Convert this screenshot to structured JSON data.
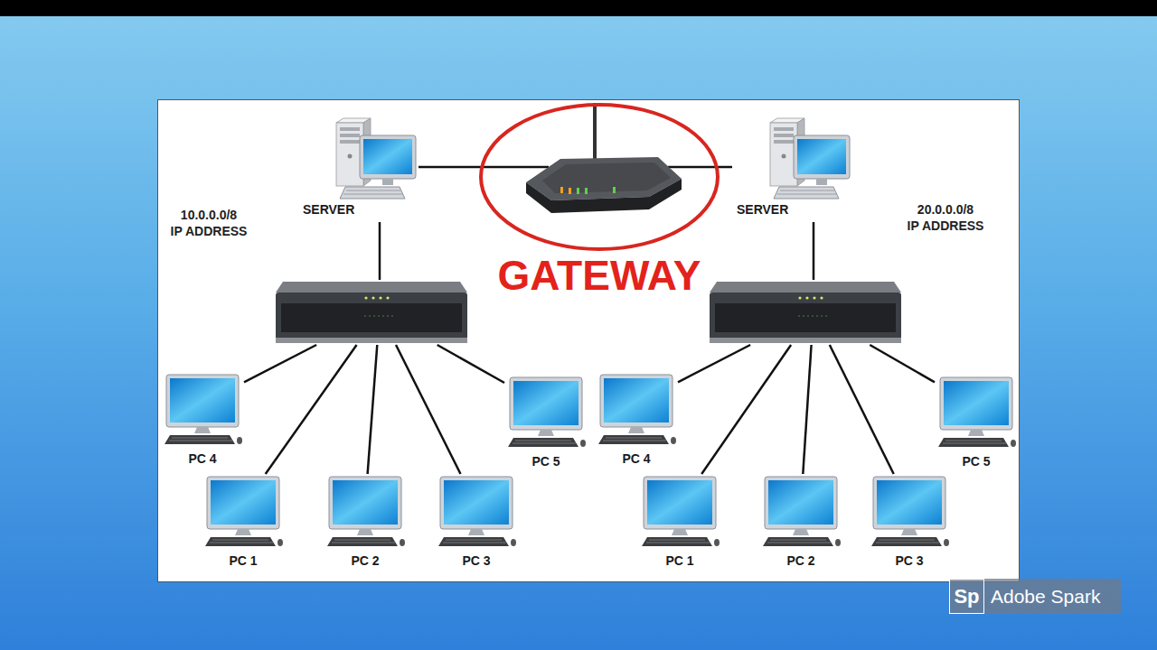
{
  "diagram": {
    "nodes": [
      {
        "text": [
          "SERVER"
        ]
      },
      {
        "text": [
          "GATEWAY"
        ]
      },
      {
        "text": [
          "SERVER"
        ]
      },
      {
        "text": []
      },
      {
        "text": []
      },
      {
        "text": [
          "PC 4"
        ]
      },
      {
        "text": [
          "PC 5"
        ]
      },
      {
        "text": [
          "PC 4"
        ]
      },
      {
        "text": [
          "PC 5"
        ]
      },
      {
        "text": [
          "PC 1"
        ]
      },
      {
        "text": [
          "PC 2"
        ]
      },
      {
        "text": [
          "PC 3"
        ]
      },
      {
        "text": [
          "PC 1"
        ]
      },
      {
        "text": [
          "PC 2"
        ]
      },
      {
        "text": [
          "PC 3"
        ]
      }
    ],
    "edges": [
      {
        "from": 0,
        "to": 1,
        "arrow": "none"
      },
      {
        "from": 1,
        "to": 2,
        "arrow": "none"
      },
      {
        "from": 0,
        "to": 3,
        "arrow": "none"
      },
      {
        "from": 2,
        "to": 4,
        "arrow": "none"
      },
      {
        "from": 3,
        "to": 5,
        "arrow": "none"
      },
      {
        "from": 3,
        "to": 9,
        "arrow": "none"
      },
      {
        "from": 3,
        "to": 10,
        "arrow": "none"
      },
      {
        "from": 3,
        "to": 11,
        "arrow": "none"
      },
      {
        "from": 3,
        "to": 6,
        "arrow": "none"
      },
      {
        "from": 4,
        "to": 7,
        "arrow": "none"
      },
      {
        "from": 4,
        "to": 12,
        "arrow": "none"
      },
      {
        "from": 4,
        "to": 13,
        "arrow": "none"
      },
      {
        "from": 4,
        "to": 14,
        "arrow": "none"
      },
      {
        "from": 4,
        "to": 8,
        "arrow": "none"
      }
    ],
    "labels": [
      "10.0.0.0/8 IP ADDRESS",
      "20.0.0.0/8 IP ADDRESS",
      "Sp",
      "Adobe Spark"
    ]
  }
}
